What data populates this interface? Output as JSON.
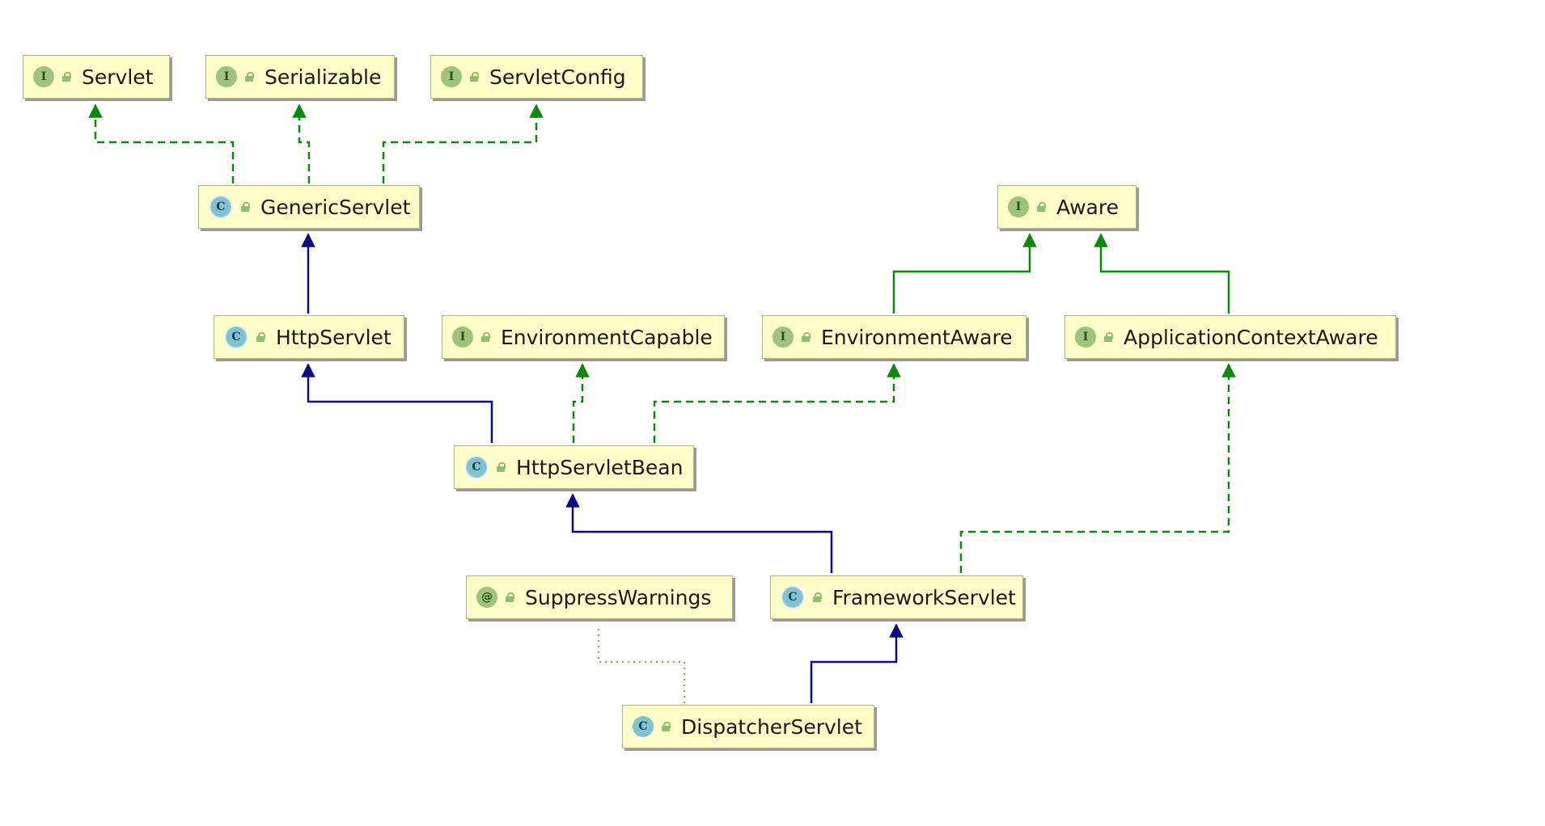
{
  "nodes": [
    {
      "id": "servlet",
      "name": "Servlet",
      "badge": "I"
    },
    {
      "id": "serializable",
      "name": "Serializable",
      "badge": "I"
    },
    {
      "id": "servletconfig",
      "name": "ServletConfig",
      "badge": "I"
    },
    {
      "id": "genericservlet",
      "name": "GenericServlet",
      "badge": "C"
    },
    {
      "id": "aware",
      "name": "Aware",
      "badge": "I"
    },
    {
      "id": "httpservlet",
      "name": "HttpServlet",
      "badge": "C"
    },
    {
      "id": "environmentcapable",
      "name": "EnvironmentCapable",
      "badge": "I"
    },
    {
      "id": "environmentaware",
      "name": "EnvironmentAware",
      "badge": "I"
    },
    {
      "id": "applicationcontextaware",
      "name": "ApplicationContextAware",
      "badge": "I"
    },
    {
      "id": "httpservletbean",
      "name": "HttpServletBean",
      "badge": "C"
    },
    {
      "id": "suppresswarnings",
      "name": "SuppressWarnings",
      "badge": "@"
    },
    {
      "id": "frameworkservlet",
      "name": "FrameworkServlet",
      "badge": "C"
    },
    {
      "id": "dispatcherservlet",
      "name": "DispatcherServlet",
      "badge": "C"
    }
  ],
  "colors": {
    "extends": "#0a0a8a",
    "implements": "#0a8a0a",
    "annotation": "#9aa540"
  }
}
